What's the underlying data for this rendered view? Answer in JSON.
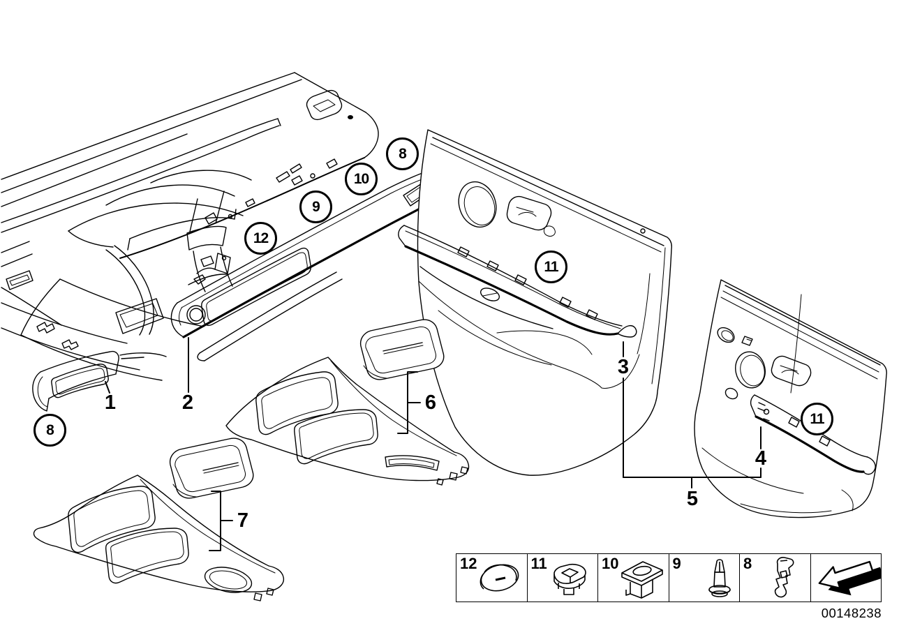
{
  "figure": {
    "drawing_number": "00148238",
    "background_color": "#ffffff",
    "line_color": "#000000"
  },
  "callouts": [
    {
      "label": "12"
    },
    {
      "label": "9"
    },
    {
      "label": "10"
    },
    {
      "label": "8"
    },
    {
      "label": "11"
    },
    {
      "label": "11"
    },
    {
      "label": "8"
    }
  ],
  "part_labels": [
    {
      "label": "1"
    },
    {
      "label": "2"
    },
    {
      "label": "3"
    },
    {
      "label": "4"
    },
    {
      "label": "5"
    },
    {
      "label": "6"
    },
    {
      "label": "7"
    }
  ],
  "legend": {
    "cells": [
      {
        "number": "12",
        "icon": "oval-trim-cap-icon"
      },
      {
        "number": "11",
        "icon": "square-grommet-clip-icon"
      },
      {
        "number": "10",
        "icon": "snap-in-nut-clip-icon"
      },
      {
        "number": "9",
        "icon": "expansion-rivet-icon"
      },
      {
        "number": "8",
        "icon": "metal-spring-clip-icon"
      }
    ],
    "nav_arrow_icon": "back-arrow-icon"
  }
}
